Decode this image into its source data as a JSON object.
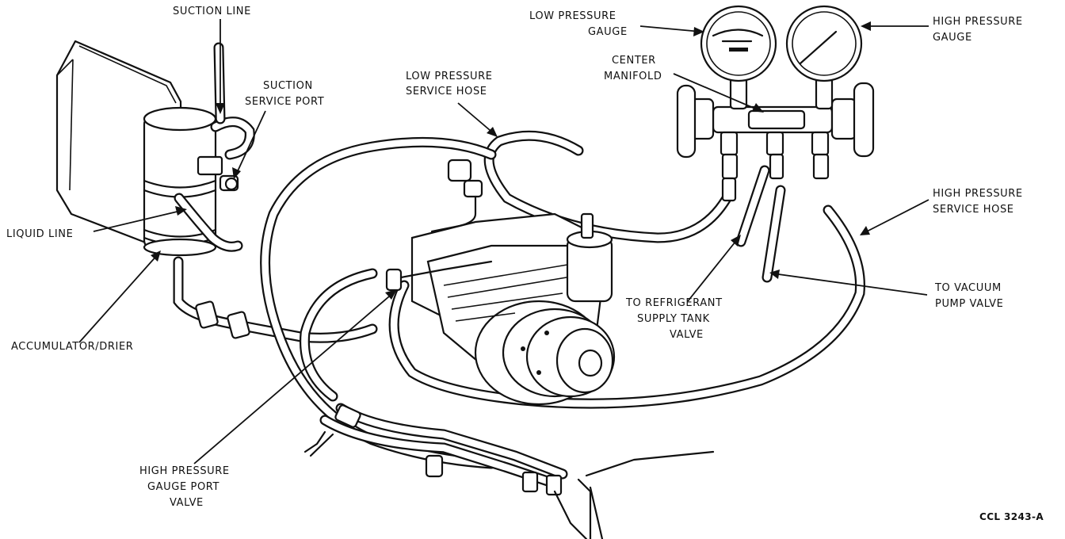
{
  "labels": {
    "suction_line": [
      "SUCTION LINE"
    ],
    "suction_service_port": [
      "SUCTION",
      "SERVICE PORT"
    ],
    "low_pressure_service_hose": [
      "LOW PRESSURE",
      "SERVICE HOSE"
    ],
    "low_pressure_gauge": [
      "LOW PRESSURE",
      "GAUGE"
    ],
    "high_pressure_gauge": [
      "HIGH PRESSURE",
      "GAUGE"
    ],
    "center_manifold": [
      "CENTER",
      "MANIFOLD"
    ],
    "liquid_line": [
      "LIQUID LINE"
    ],
    "accumulator_drier": [
      "ACCUMULATOR/DRIER"
    ],
    "high_pressure_service_hose": [
      "HIGH PRESSURE",
      "SERVICE HOSE"
    ],
    "to_refrigerant_supply_tank_valve": [
      "TO REFRIGERANT",
      "SUPPLY TANK",
      "VALVE"
    ],
    "to_vacuum_pump_valve": [
      "TO VACUUM",
      "PUMP VALVE"
    ],
    "high_pressure_gauge_port_valve": [
      "HIGH PRESSURE",
      "GAUGE PORT",
      "VALVE"
    ]
  },
  "figure_ref": "CCL 3243-A"
}
